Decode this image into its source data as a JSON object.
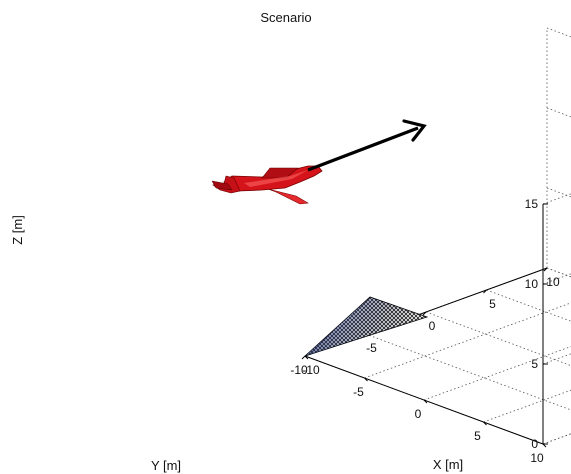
{
  "chart_data": {
    "type": "3d-scene",
    "title": "Scenario",
    "xlabel": "X [m]",
    "ylabel": "Y [m]",
    "zlabel": "Z [m]",
    "xlim": [
      -10,
      10
    ],
    "ylim": [
      -10,
      10
    ],
    "zlim": [
      0,
      15
    ],
    "x_ticks": [
      -10,
      -5,
      0,
      5,
      10
    ],
    "y_ticks": [
      -10,
      -5,
      0,
      5,
      10
    ],
    "z_ticks": [
      0,
      5,
      10,
      15
    ],
    "x_tick_labels": [
      "-10",
      "-5",
      "0",
      "5",
      "10"
    ],
    "y_tick_labels": [
      "-10",
      "-5",
      "0",
      "5",
      "10"
    ],
    "z_tick_labels": [
      "0",
      "5",
      "10",
      "15"
    ],
    "grid": true,
    "objects": [
      {
        "name": "aircraft",
        "color": "#e0161a"
      },
      {
        "name": "direction-arrow",
        "color": "#000000"
      },
      {
        "name": "ground-footprint",
        "color": "#10204a"
      }
    ]
  }
}
